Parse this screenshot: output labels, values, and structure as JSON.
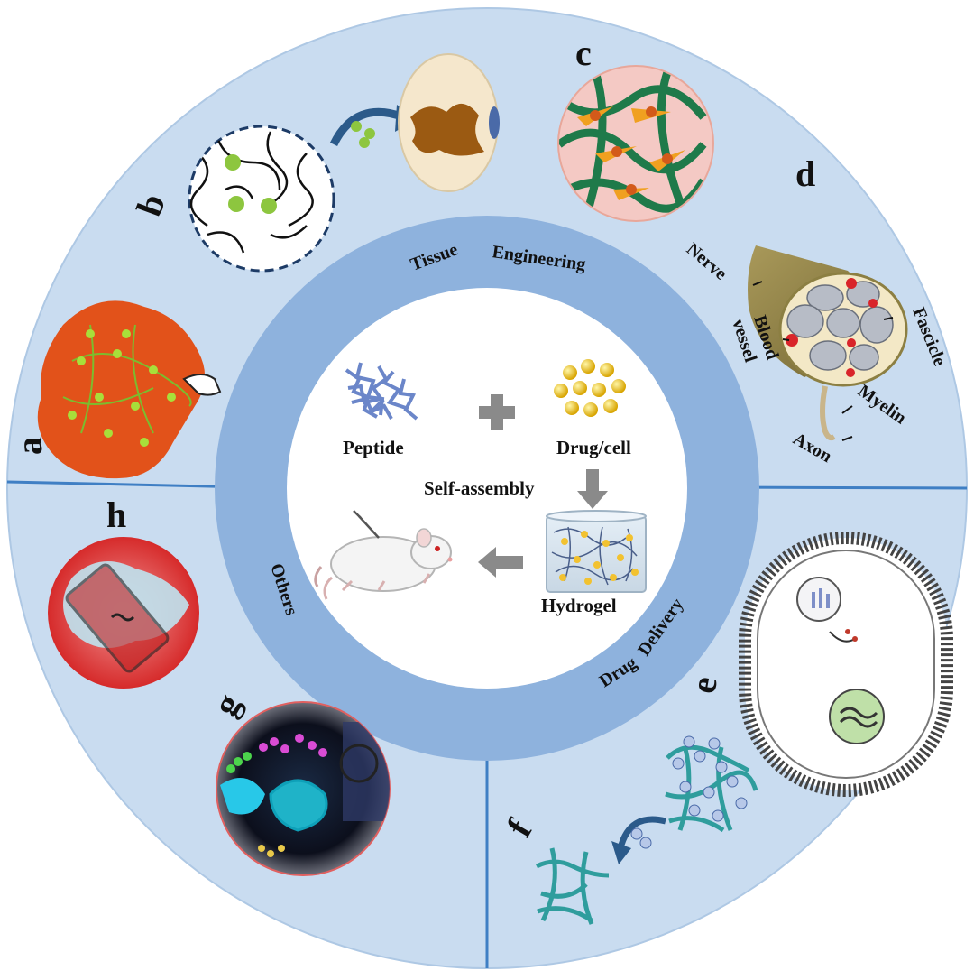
{
  "ring_sections": {
    "tissue": "Tissue",
    "engineering": "Engineering",
    "others": "Others",
    "drug": "Drug",
    "delivery": "Delivery"
  },
  "panel_letters": [
    "a",
    "b",
    "c",
    "d",
    "e",
    "f",
    "g",
    "h"
  ],
  "center": {
    "peptide": "Peptide",
    "drug_cell": "Drug/cell",
    "self_assembly": "Self-assembly",
    "hydrogel": "Hydrogel"
  },
  "nerve_labels": {
    "nerve": "Nerve",
    "blood": "Blood",
    "vessel": "vessel",
    "fascicle": "Fascicle",
    "myelin": "Myelin",
    "axon": "Axon"
  },
  "colors": {
    "outer_ring": "#c9dcf0",
    "inner_ring": "#8eb2dd",
    "divider": "#3f7fc4",
    "arrow": "#8a8a8a"
  }
}
